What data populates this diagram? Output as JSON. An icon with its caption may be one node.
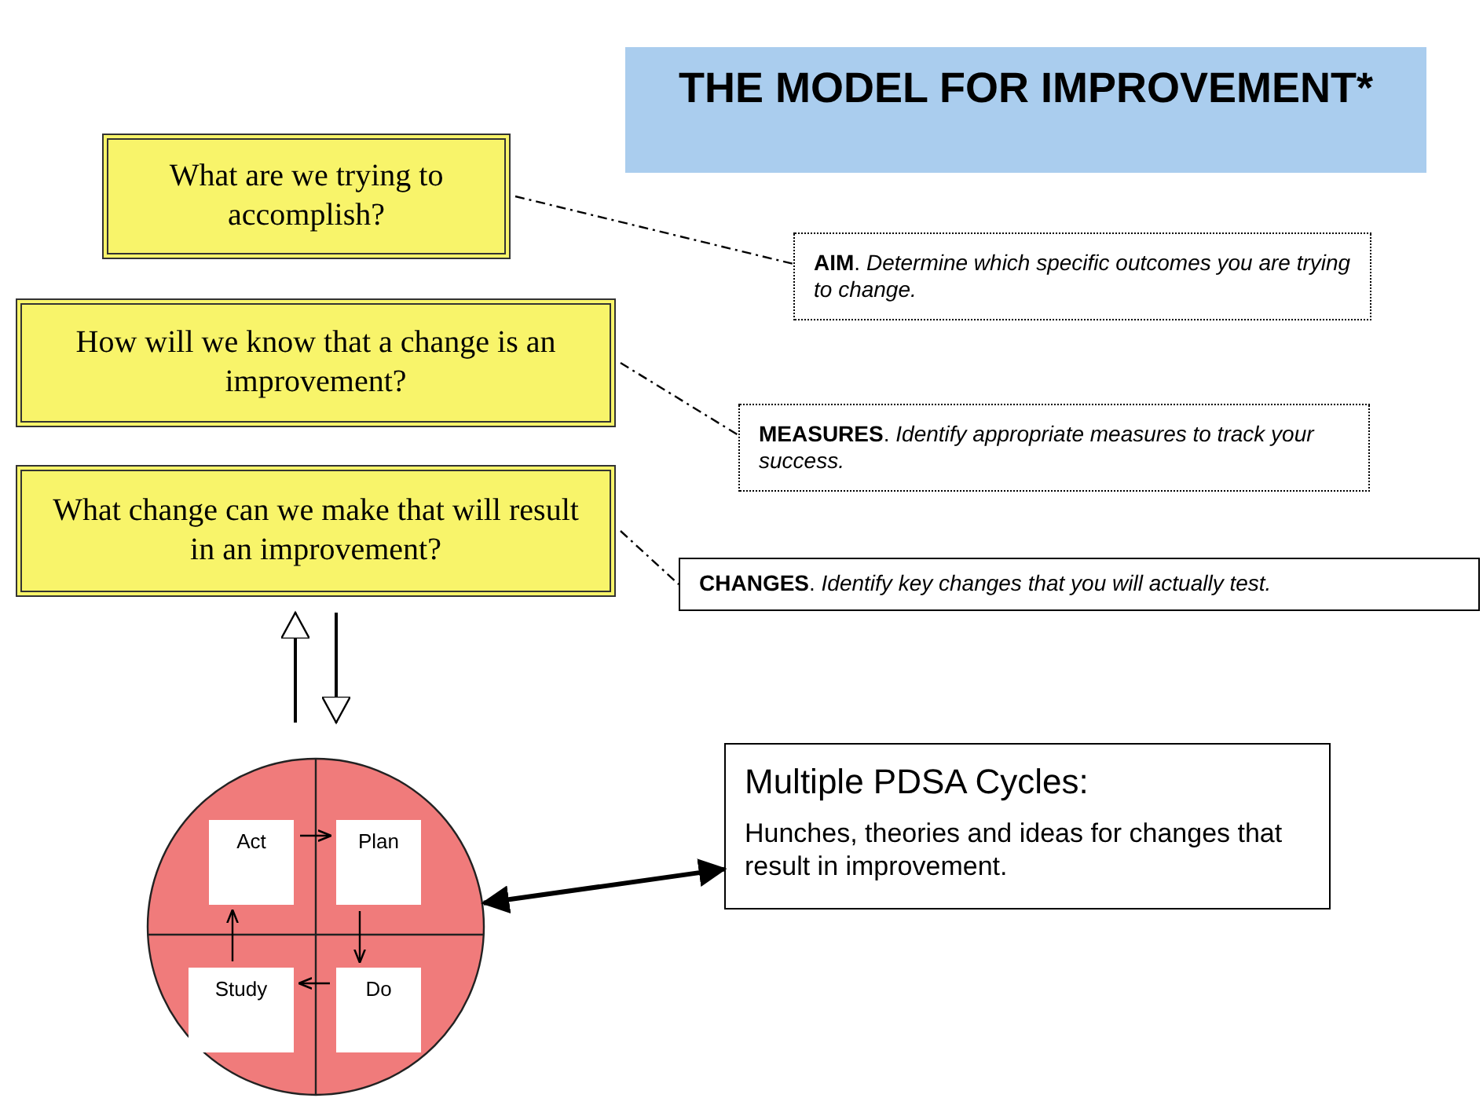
{
  "diagram": {
    "nodes": [
      {
        "text": [
          "THE MODEL FOR IMPROVEMENT*"
        ]
      },
      {
        "text": [
          "What are we trying to accomplish?"
        ]
      },
      {
        "text": [
          "How will we know that a change is an improvement?"
        ]
      },
      {
        "text": [
          "What change can we make that will result in an improvement?"
        ]
      },
      {
        "text": [
          "**AIM**.  *Determine which specific outcomes you are trying to change.*"
        ]
      },
      {
        "text": [
          "**MEASURES**. *Identify appropriate measures to track your success.*"
        ]
      },
      {
        "text": [
          "**CHANGES**. *Identify key changes that you will actually test.*"
        ]
      },
      {
        "text": [],
        "shape": "circle"
      },
      {
        "text": [
          "Act"
        ],
        "in": 7
      },
      {
        "text": [
          "Plan"
        ],
        "in": 7
      },
      {
        "text": [
          "Study"
        ],
        "in": 7
      },
      {
        "text": [
          "Do"
        ],
        "in": 7
      },
      {
        "text": [
          "Multiple PDSA Cycles:",
          "Hunches, theories and ideas for changes that result in improvement."
        ]
      }
    ],
    "edges": [
      {
        "from": 1,
        "to": 4,
        "arrow": "none",
        "style": "dashed"
      },
      {
        "from": 2,
        "to": 5,
        "arrow": "none",
        "style": "dashed"
      },
      {
        "from": 3,
        "to": 6,
        "arrow": "none",
        "style": "dashed"
      },
      {
        "from": 7,
        "to": 3,
        "arrow": "to"
      },
      {
        "from": 3,
        "to": 7,
        "arrow": "to"
      },
      {
        "from": 8,
        "to": 9,
        "arrow": "to"
      },
      {
        "from": 9,
        "to": 11,
        "arrow": "to"
      },
      {
        "from": 11,
        "to": 10,
        "arrow": "to"
      },
      {
        "from": 10,
        "to": 8,
        "arrow": "to"
      },
      {
        "from": 7,
        "to": 12,
        "arrow": "both",
        "style": "thick"
      }
    ]
  }
}
